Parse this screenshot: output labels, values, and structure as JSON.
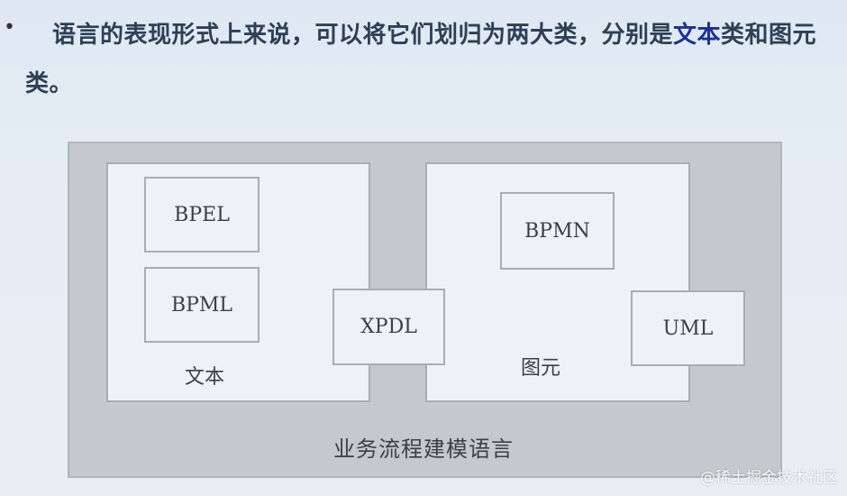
{
  "slide": {
    "bullet": "•",
    "heading_part1": "语言的表现形式上来说，可以将它们划归为两大类，分别是",
    "heading_highlight": "文本",
    "heading_part2": "类和图元类。"
  },
  "diagram": {
    "outer_label": "业务流程建模语言",
    "text_group": {
      "label": "文本",
      "items": [
        "BPEL",
        "BPML"
      ]
    },
    "shared_item": "XPDL",
    "graphic_group": {
      "label": "图元",
      "items": [
        "BPMN"
      ]
    },
    "outside_item": "UML"
  },
  "watermark": "@稀土掘金技术社区",
  "colors": {
    "heading": "#2e3f56",
    "highlight": "#1c2f9a",
    "outer_fill": "#c5c9ce",
    "panel_fill": "#eef1f6"
  }
}
